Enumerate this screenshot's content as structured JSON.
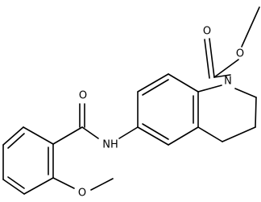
{
  "atom_labels": {
    "ester_carbonyl_o": "O",
    "ester_ether_o": "O",
    "ring_n": "N",
    "amide_carbonyl_o": "O",
    "amide_n": "NH",
    "methoxy_o": "O"
  },
  "colors": {
    "bond": "#000000",
    "label": "#000000",
    "background": "#ffffff"
  }
}
